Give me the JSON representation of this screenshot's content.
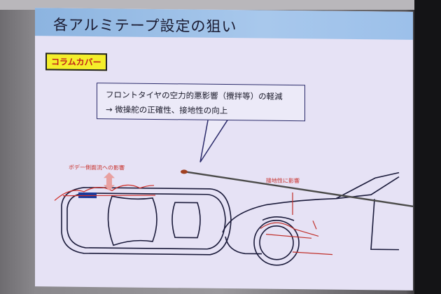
{
  "slide": {
    "title": "各アルミテープ設定の狙い",
    "section_badge": "コラムカバー",
    "callout": {
      "line1": "フロントタイヤの空力的悪影響（攪拌等）の軽減",
      "line2": "→  微操舵の正確性、接地性の向上"
    },
    "labels": {
      "body_side_flow": "ボデー側面流への影響",
      "ground_contact": "接地性に影響"
    }
  },
  "colors": {
    "title_bar": "#9cc0ea",
    "badge": "#f4ee2a",
    "annotation": "#c8302a",
    "slide_bg": "#e6e2f5"
  }
}
